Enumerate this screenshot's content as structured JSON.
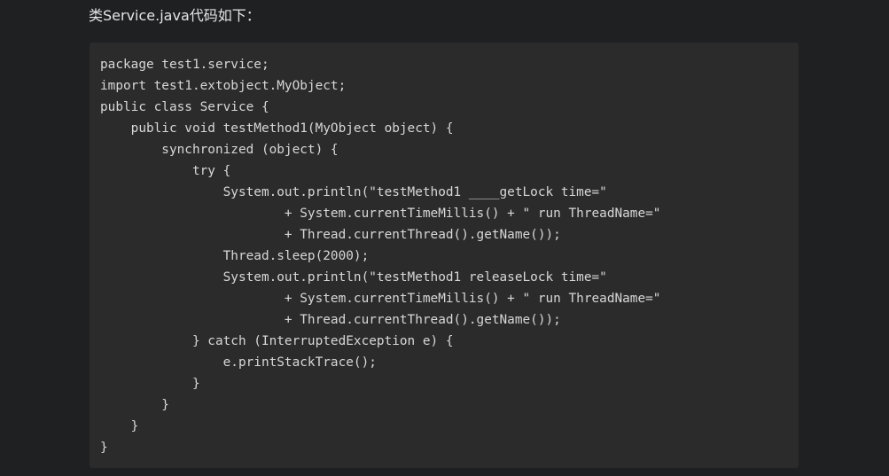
{
  "intro_text": "类Service.java代码如下：",
  "code_lines": [
    "package test1.service;",
    "import test1.extobject.MyObject;",
    "public class Service {",
    "    public void testMethod1(MyObject object) {",
    "        synchronized (object) {",
    "            try {",
    "                System.out.println(\"testMethod1 ____getLock time=\"",
    "                        + System.currentTimeMillis() + \" run ThreadName=\"",
    "                        + Thread.currentThread().getName());",
    "                Thread.sleep(2000);",
    "                System.out.println(\"testMethod1 releaseLock time=\"",
    "                        + System.currentTimeMillis() + \" run ThreadName=\"",
    "                        + Thread.currentThread().getName());",
    "            } catch (InterruptedException e) {",
    "                e.printStackTrace();",
    "            }",
    "        }",
    "    }",
    "}"
  ],
  "colors": {
    "page_background": "#1f2022",
    "code_background": "#2b2b2c",
    "code_text": "#d7d7d7",
    "intro_text": "#e4e4e4"
  }
}
